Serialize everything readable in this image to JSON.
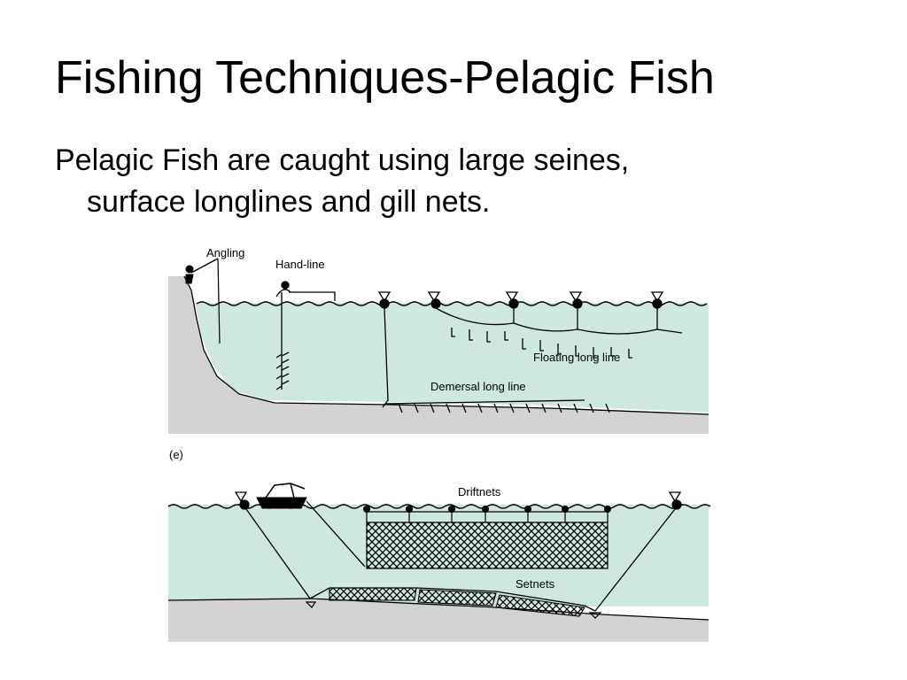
{
  "slide": {
    "title": "Fishing Techniques-Pelagic Fish",
    "bullet_line1": "Pelagic Fish are caught using large seines,",
    "bullet_line2": "surface longlines and gill nets."
  },
  "diagram": {
    "top_labels": {
      "angling": "Angling",
      "handline": "Hand-line",
      "floating_longline": "Floating long line",
      "demersal_longline": "Demersal long line"
    },
    "panel_tag": "(e)",
    "bottom_labels": {
      "driftnets": "Driftnets",
      "setnets": "Setnets"
    },
    "colors": {
      "water": "#cfe8df",
      "seabed": "#d2d2d2",
      "line": "#000000"
    }
  }
}
